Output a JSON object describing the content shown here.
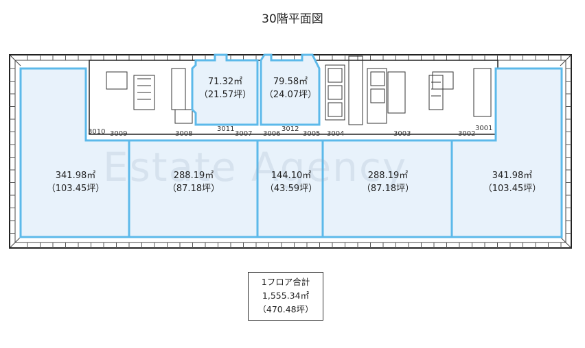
{
  "title": "30階平面図",
  "watermark": "Estate Agency",
  "units": [
    {
      "area": "71.32㎡",
      "tsubo": "（21.57坪）"
    },
    {
      "area": "79.58㎡",
      "tsubo": "（24.07坪）"
    },
    {
      "area": "341.98㎡",
      "tsubo": "（103.45坪）"
    },
    {
      "area": "288.19㎡",
      "tsubo": "（87.18坪）"
    },
    {
      "area": "144.10㎡",
      "tsubo": "（43.59坪）"
    },
    {
      "area": "288.19㎡",
      "tsubo": "（87.18坪）"
    },
    {
      "area": "341.98㎡",
      "tsubo": "（103.45坪）"
    }
  ],
  "rooms": [
    "3010",
    "3009",
    "3008",
    "3011",
    "3007",
    "3006",
    "3012",
    "3005",
    "3004",
    "3003",
    "3002",
    "3001"
  ],
  "total": {
    "label": "1フロア合計",
    "area": "1,555.34㎡",
    "tsubo": "（470.48坪）"
  },
  "colors": {
    "unit_fill": "#e8f2fb",
    "unit_stroke": "#5cb9ea"
  }
}
